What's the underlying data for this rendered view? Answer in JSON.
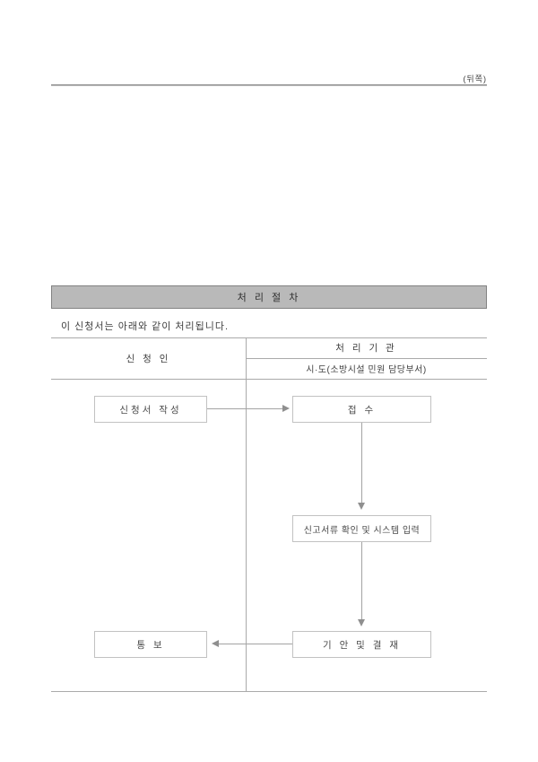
{
  "page": {
    "side_label": "(뒤쪽)"
  },
  "procedure": {
    "title": "처 리 절 차",
    "intro": "이 신청서는 아래와 같이 처리됩니다.",
    "table": {
      "applicant_header": "신 청 인",
      "agency_header": "처 리 기 관",
      "agency_sub": "시·도(소방시설 민원 담당부서)"
    },
    "flow": {
      "write_application": "신청서 작성",
      "receipt": "접  수",
      "review_input": "신고서류 확인 및 시스템 입력",
      "draft_approval": "기 안  및  결 재",
      "notification": "통   보"
    }
  },
  "colors": {
    "title_bar_bg": "#b9b9b9",
    "title_bar_border": "#828282",
    "table_line": "#aaaaaa",
    "box_border": "#c2c2c2",
    "arrow": "#8f8f8f",
    "text": "#3f3f3f"
  }
}
